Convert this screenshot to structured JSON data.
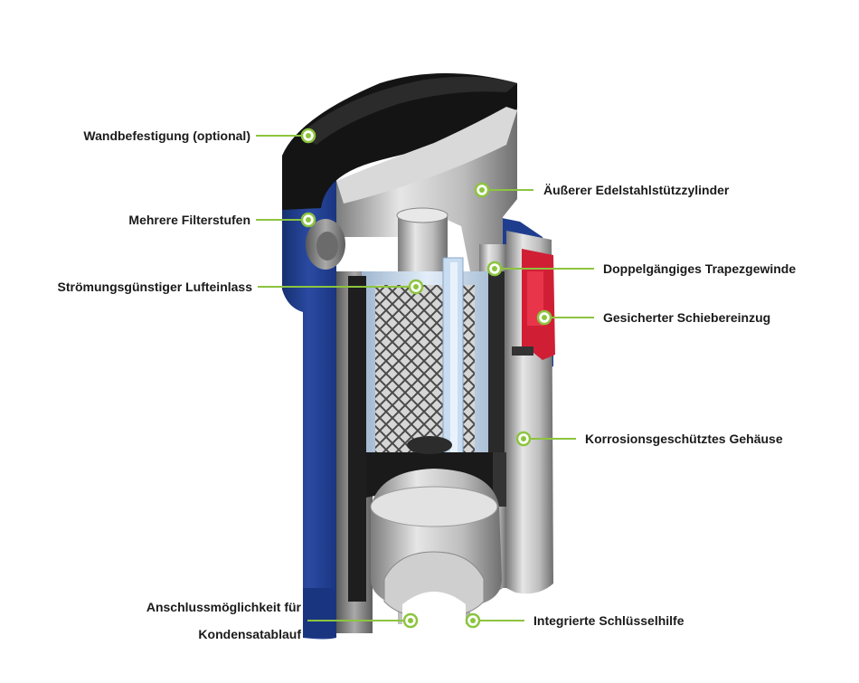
{
  "colors": {
    "accent_green": "#8cc43f",
    "housing_blue": "#1f3d8f",
    "cap_black": "#151515",
    "insert_red": "#d01f35",
    "metal_grey": "#b8b8b8",
    "filter_blue_tint": "#cfe1f4"
  },
  "callouts": {
    "wandbefestigung": "Wandbefestigung (optional)",
    "filterstufen": "Mehrere Filterstufen",
    "lufteinlass": "Strömungsgünstiger Lufteinlass",
    "kondensat_line1": "Anschlussmöglichkeit für",
    "kondensat_line2": "Kondensatablauf",
    "stuetzzylinder": "Äußerer Edelstahlstützzylinder",
    "trapezgewinde": "Doppelgängiges Trapezgewinde",
    "schiebereinzug": "Gesicherter Schiebereinzug",
    "gehaeuse": "Korrosionsgeschütztes Gehäuse",
    "schluesselhilfe": "Integrierte Schlüsselhilfe"
  }
}
